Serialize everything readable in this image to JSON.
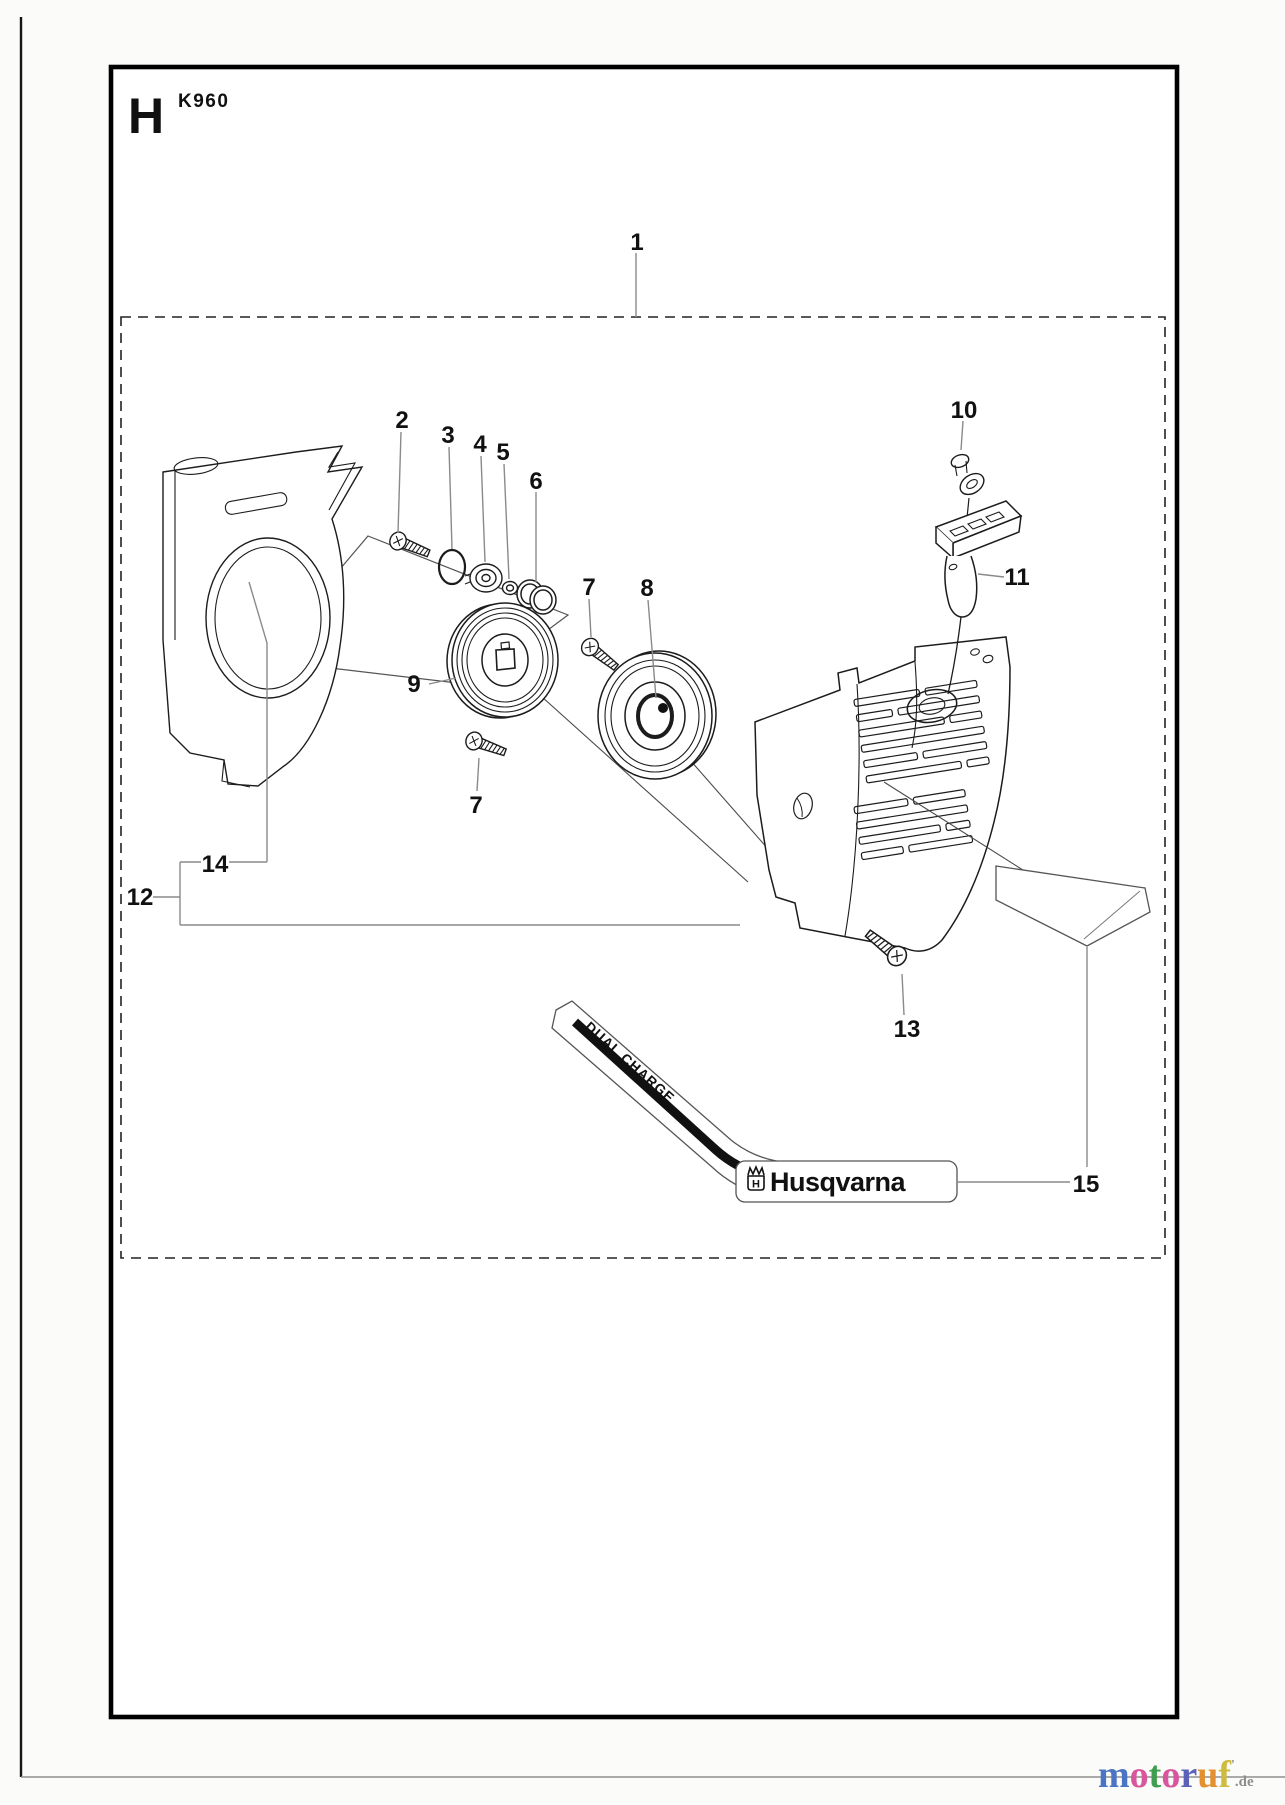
{
  "page": {
    "section_letter": "H",
    "model": "K960"
  },
  "callouts": {
    "c1": "1",
    "c2": "2",
    "c3": "3",
    "c4": "4",
    "c5": "5",
    "c6": "6",
    "c7a": "7",
    "c7b": "7",
    "c8": "8",
    "c9": "9",
    "c10": "10",
    "c11": "11",
    "c12": "12",
    "c13": "13",
    "c14": "14",
    "c15": "15"
  },
  "decal": {
    "line1": "DUAL CHARGE",
    "brand": "Husqvarna",
    "brand_initial": "H",
    "stripe_color": "#111111"
  },
  "watermark": {
    "letters": [
      {
        "ch": "m",
        "color": "#4a74c4"
      },
      {
        "ch": "o",
        "color": "#d8569e"
      },
      {
        "ch": "t",
        "color": "#3f9e4d"
      },
      {
        "ch": "o",
        "color": "#d8569e"
      },
      {
        "ch": "r",
        "color": "#5b63b8"
      },
      {
        "ch": "u",
        "color": "#e39130"
      },
      {
        "ch": "f",
        "color": "#cdbc3f"
      }
    ],
    "apostrophe": "'",
    "suffix": ".de",
    "suffix_color": "#8e8e8e"
  },
  "colors": {
    "line_art": "#1c1c1c",
    "leader": "#8a8a8a",
    "dashed_box": "#222222",
    "page_border": "#000000"
  }
}
